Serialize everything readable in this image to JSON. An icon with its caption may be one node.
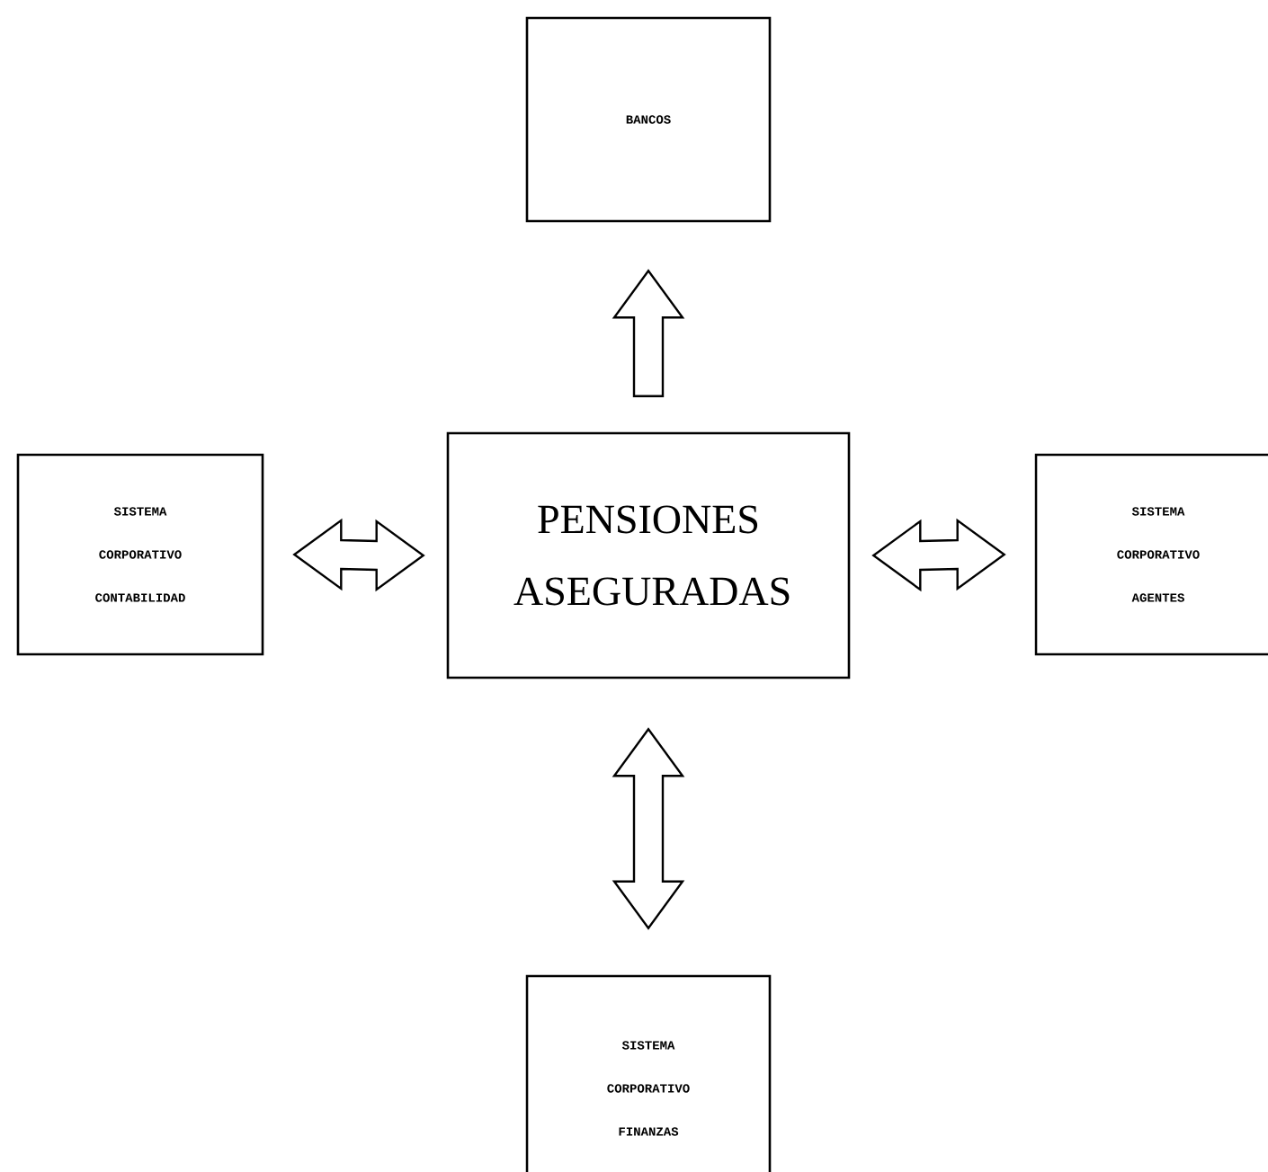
{
  "diagram": {
    "nodes": [
      {
        "text": [
          "BANCOS"
        ]
      },
      {
        "text": [
          "PENSIONES ASEGURADAS"
        ]
      },
      {
        "text": [
          "SISTEMA CORPORATIVO CONTABILIDAD"
        ]
      },
      {
        "text": [
          "SISTEMA CORPORATIVO AGENTES"
        ]
      },
      {
        "text": [
          "SISTEMA CORPORATIVO FINANZAS"
        ]
      }
    ],
    "edges": [
      {
        "from": 1,
        "to": 0,
        "arrow": "to"
      },
      {
        "from": 1,
        "to": 2,
        "arrow": "both"
      },
      {
        "from": 1,
        "to": 3,
        "arrow": "both"
      },
      {
        "from": 1,
        "to": 4,
        "arrow": "both"
      }
    ]
  }
}
